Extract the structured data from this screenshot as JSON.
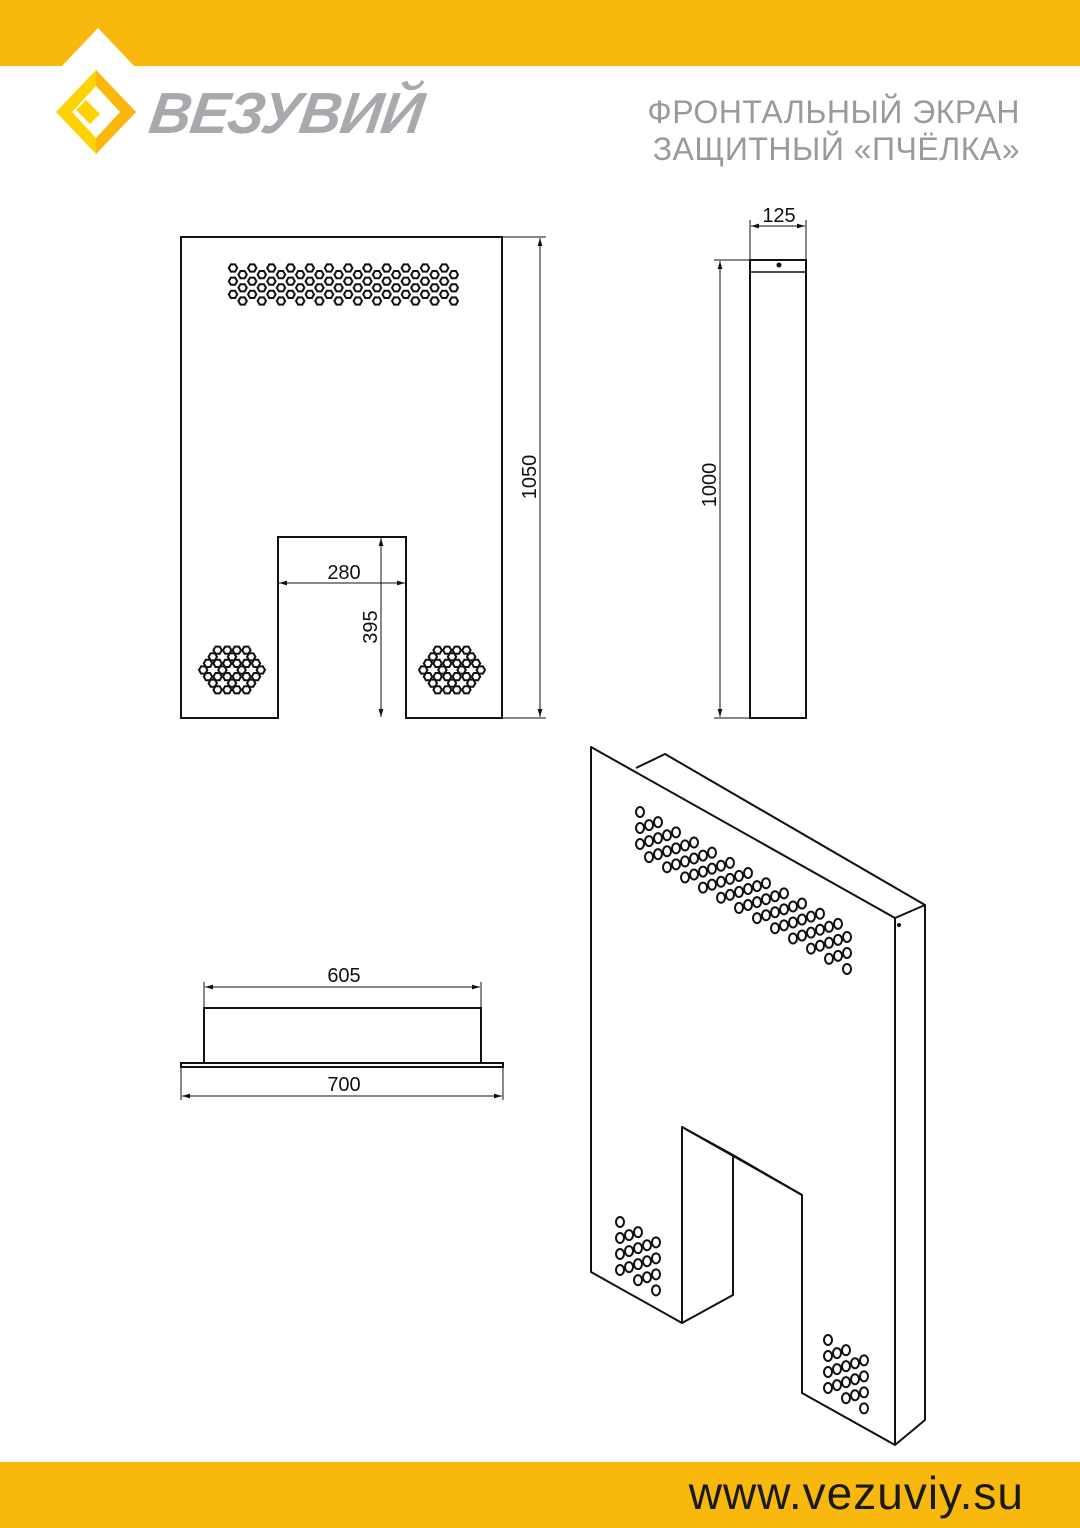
{
  "header": {
    "brand": "ВЕЗУВИЙ",
    "title_line1": "ФРОНТАЛЬНЫЙ ЭКРАН",
    "title_line2": "ЗАЩИТНЫЙ «ПЧЁЛКА»"
  },
  "footer": {
    "website": "www.vezuviy.su"
  },
  "drawing": {
    "front_view": {
      "height": "1050",
      "cutout_width": "280",
      "cutout_height": "395"
    },
    "side_view": {
      "depth": "125",
      "height": "1000"
    },
    "top_view": {
      "inner_width": "605",
      "outer_width": "700"
    }
  },
  "colors": {
    "accent": "#F9B80E",
    "logo_light": "#FFD200",
    "brand_gray": "#A7A9AC"
  }
}
